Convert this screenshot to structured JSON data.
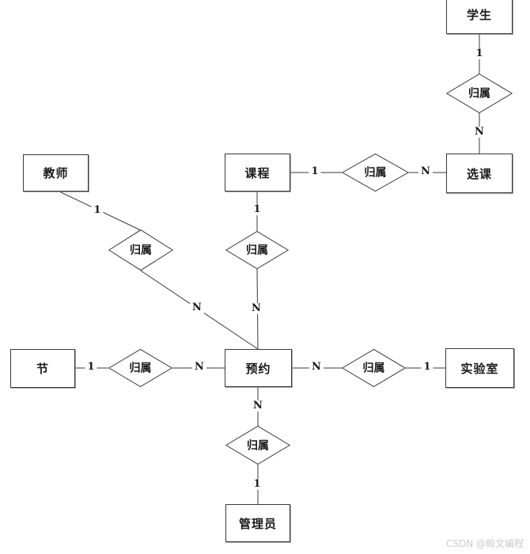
{
  "diagram": {
    "entities": {
      "student": "学生",
      "teacher": "教师",
      "course": "课程",
      "elective": "选课",
      "section": "节",
      "reservation": "预约",
      "lab": "实验室",
      "admin": "管理员"
    },
    "relations": [
      {
        "one": "学生",
        "many": "选课",
        "label": "归属",
        "card_one": "1",
        "card_many": "N"
      },
      {
        "one": "课程",
        "many": "选课",
        "label": "归属",
        "card_one": "1",
        "card_many": "N"
      },
      {
        "one": "课程",
        "many": "预约",
        "label": "归属",
        "card_one": "1",
        "card_many": "N"
      },
      {
        "one": "教师",
        "many": "预约",
        "label": "归属",
        "card_one": "1",
        "card_many": "N"
      },
      {
        "one": "节",
        "many": "预约",
        "label": "归属",
        "card_one": "1",
        "card_many": "N"
      },
      {
        "one": "实验室",
        "many": "预约",
        "label": "归属",
        "card_one": "1",
        "card_many": "N"
      },
      {
        "one": "管理员",
        "many": "预约",
        "label": "归属",
        "card_one": "1",
        "card_many": "N"
      }
    ],
    "colors": {
      "line": "#3a3a3a",
      "entity_border": "#3a3a3a",
      "background": "#ffffff",
      "watermark": "#cccccc"
    },
    "watermark": "CSDN @翰文编程"
  }
}
